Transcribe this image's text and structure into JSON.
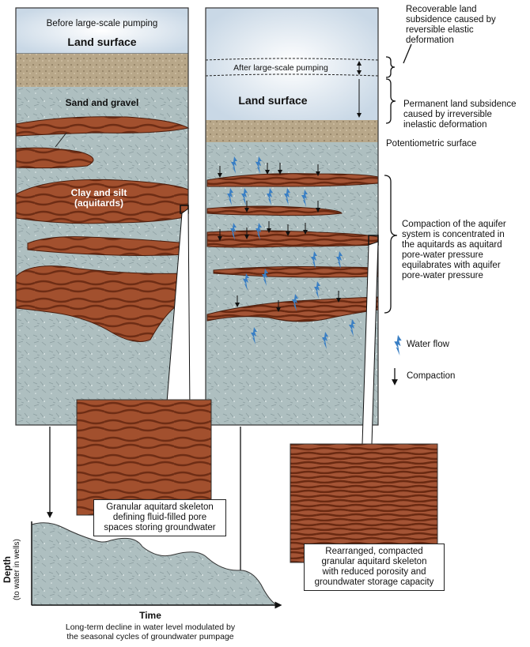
{
  "left_panel": {
    "caption": "Before large-scale pumping",
    "land_surface": "Land surface",
    "sand_gravel": "Sand and gravel",
    "clay_silt_line1": "Clay and silt",
    "clay_silt_line2": "(aquitards)"
  },
  "right_panel": {
    "after_pumping": "After large-scale pumping",
    "land_surface": "Land surface"
  },
  "annotations": {
    "recoverable": [
      "Recoverable land",
      "subsidence caused by",
      "reversible elastic",
      "deformation"
    ],
    "permanent": [
      "Permanent land subsidence",
      "caused by irreversible",
      "inelastic deformation"
    ],
    "potentiometric": "Potentiometric surface",
    "compaction_note": [
      "Compaction of the aquifer",
      "system is concentrated in",
      "the aquitards as aquitard",
      "pore-water pressure",
      "equilabrates with aquifer",
      "pore-water pressure"
    ]
  },
  "legend": {
    "water_flow": "Water flow",
    "compaction": "Compaction"
  },
  "insets": {
    "left": [
      "Granular aquitard skeleton",
      "defining fluid-filled pore",
      "spaces storing groundwater"
    ],
    "right": [
      "Rearranged, compacted",
      "granular aquitard skeleton",
      "with reduced porosity and",
      "groundwater storage capacity"
    ]
  },
  "graph": {
    "ylabel": "Depth",
    "ylabel_sub": "(to water in wells)",
    "xlabel": "Time",
    "caption_line1": "Long-term decline in water level modulated by",
    "caption_line2": "the seasonal cycles of groundwater pumpage"
  },
  "colors": {
    "aquifer": "#aebfc0",
    "clay": "#9a4a2c",
    "clay_dark": "#5b2412",
    "sky": "#dfe7ef",
    "soil": "#b9a88a",
    "water_arrow": "#3a7fc4"
  }
}
